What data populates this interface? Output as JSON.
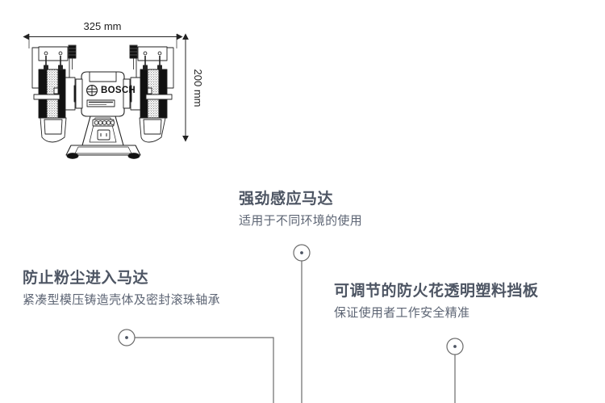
{
  "page": {
    "background": "#ffffff",
    "title_color": "#4d5563",
    "subtitle_color": "#5d6574",
    "line_color": "#6b6b6b"
  },
  "diagram": {
    "brand_label": "BOSCH",
    "dimension_width": "325 mm",
    "dimension_height": "200 mm",
    "alt": "bench grinder technical line drawing with dimensions"
  },
  "callouts": [
    {
      "id": "motor",
      "title": "强劲感应马达",
      "subtitle": "适用于不同环境的使用",
      "marker": "callout-dot-motor"
    },
    {
      "id": "dust",
      "title": "防止粉尘进入马达",
      "subtitle": "紧凑型模压铸造壳体及密封滚珠轴承",
      "marker": "callout-dot-dust"
    },
    {
      "id": "guard",
      "title": "可调节的防火花透明塑料挡板",
      "subtitle": "保证使用者工作安全精准",
      "marker": "callout-dot-guard"
    }
  ]
}
